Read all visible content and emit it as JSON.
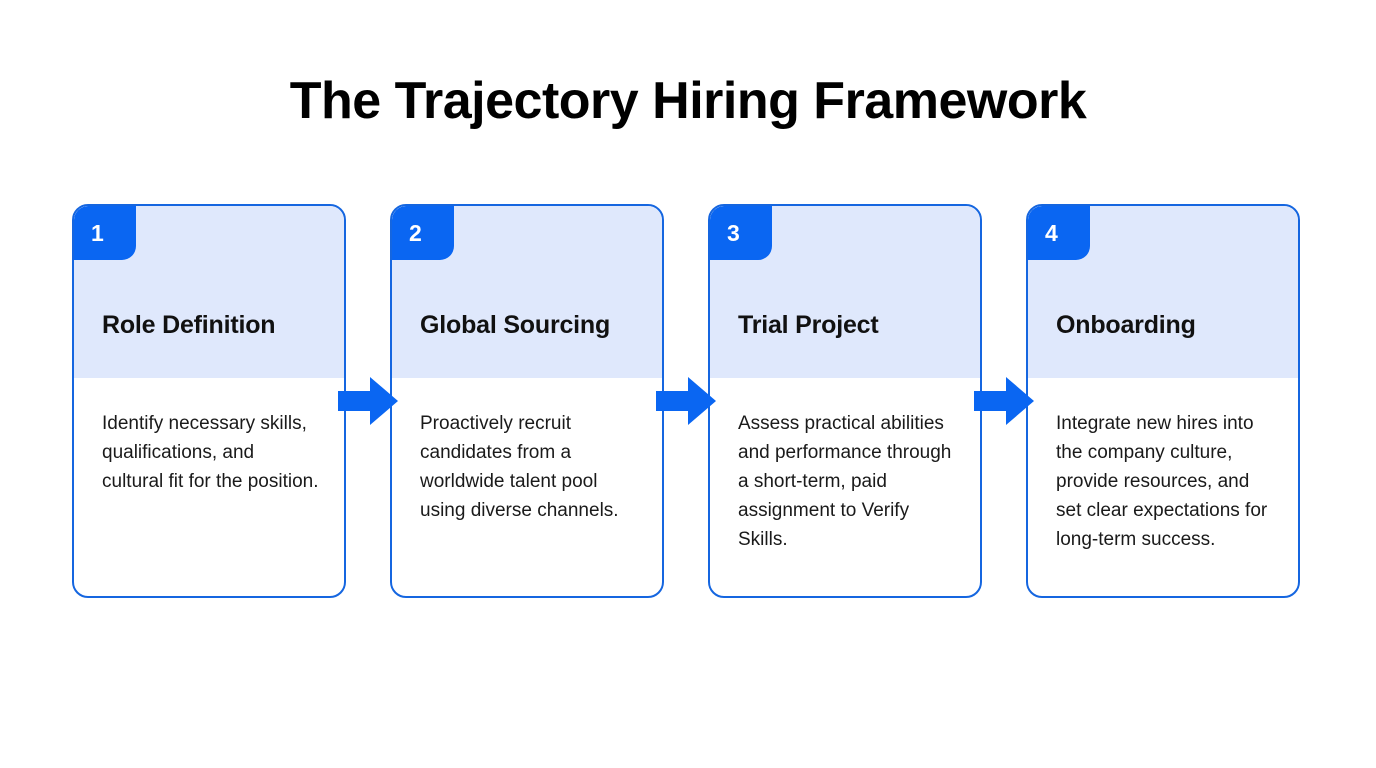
{
  "title": "The Trajectory Hiring Framework",
  "colors": {
    "accent": "#0A66F2",
    "card_border": "#1566E0",
    "header_bg": "#DFE8FC",
    "card_bg": "#FFFFFF",
    "page_bg": "#FFFFFF",
    "badge_text": "#FFFFFF",
    "title_text": "#000000"
  },
  "steps": [
    {
      "number": "1",
      "title": "Role Definition",
      "description": "Identify necessary skills, qualifications, and cultural fit for the position."
    },
    {
      "number": "2",
      "title": "Global Sourcing",
      "description": "Proactively recruit candidates from a worldwide talent pool using diverse channels."
    },
    {
      "number": "3",
      "title": "Trial Project",
      "description": "Assess practical abilities and performance through a short-term, paid assignment to Verify Skills."
    },
    {
      "number": "4",
      "title": "Onboarding",
      "description": "Integrate new hires into the company culture, provide resources, and set clear expectations for long-term success."
    }
  ],
  "connectors": [
    {
      "icon": "arrow-right-icon"
    },
    {
      "icon": "arrow-right-icon"
    },
    {
      "icon": "arrow-right-icon"
    }
  ]
}
